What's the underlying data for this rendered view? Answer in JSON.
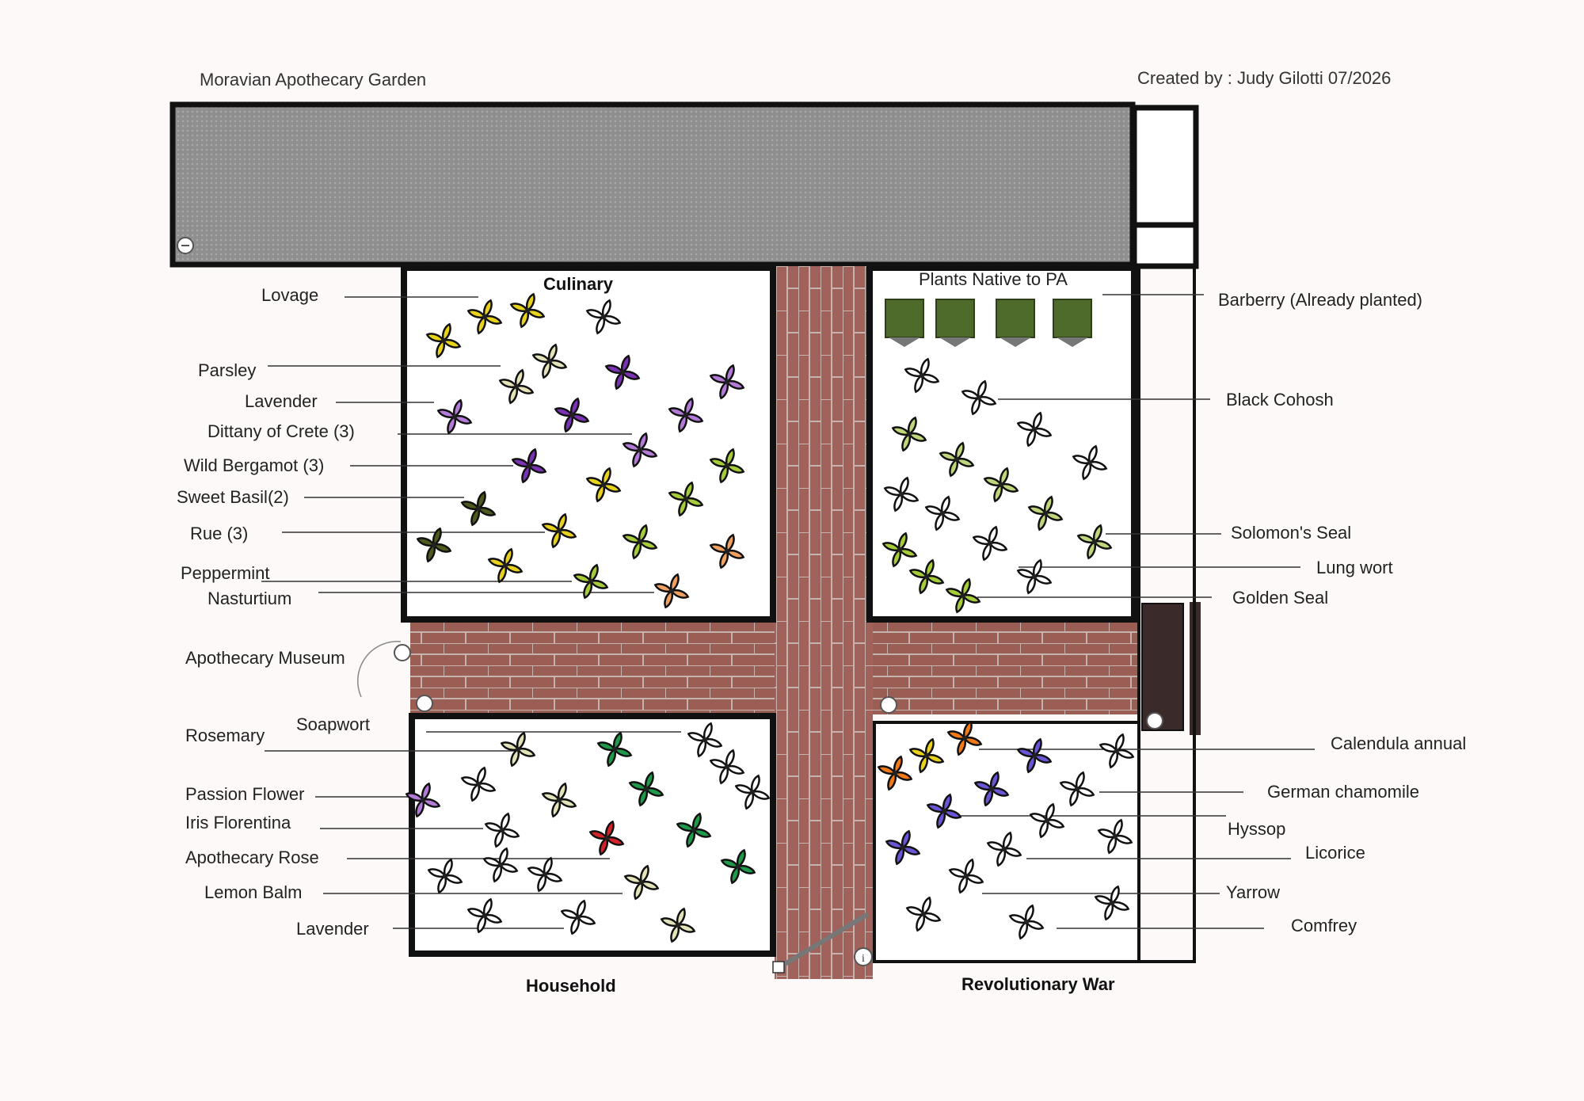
{
  "header": {
    "title": "Moravian Apothecary Garden",
    "credit": "Created by : Judy Gilotti 07/2026"
  },
  "sections": {
    "culinary": "Culinary",
    "native": "Plants Native to PA",
    "household": "Household",
    "revolutionary": "Revolutionary War"
  },
  "labels": {
    "lovage": "Lovage",
    "parsley": "Parsley",
    "lavender_top": "Lavender",
    "dittany": "Dittany of Crete (3)",
    "wild_bergamot": "Wild Bergamot (3)",
    "sweet_basil": "Sweet Basil(2)",
    "rue": "Rue (3)",
    "peppermint": "Peppermint",
    "nasturtium": "Nasturtium",
    "museum": "Apothecary Museum",
    "soapwort": "Soapwort",
    "rosemary": "Rosemary",
    "passion_flower": "Passion Flower",
    "iris": "Iris Florentina",
    "apothecary_rose": "Apothecary Rose",
    "lemon_balm": "Lemon Balm",
    "lavender_bottom": "Lavender",
    "barberry": "Barberry   (Already planted)",
    "black_cohosh": "Black Cohosh",
    "solomons_seal": "Solomon's Seal",
    "lung_wort": "Lung wort",
    "golden_seal": "Golden Seal",
    "calendula": "Calendula annual",
    "german_chamomile": "German chamomile",
    "hyssop": "Hyssop",
    "licorice": "Licorice",
    "yarrow": "Yarrow",
    "comfrey": "Comfrey"
  },
  "colors": {
    "background": "#fdf9f8",
    "roof": "#8c8c8c",
    "brick": "#9a5e55",
    "mortar": "#c7b3ae",
    "wall": "#111111",
    "shrub": "#4f6b2c",
    "yellow": "#e8d21c",
    "cream": "#e3e2b8",
    "purple": "#7b33b5",
    "lilac": "#b37ad8",
    "lime": "#a7cc3a",
    "olive": "#4d5a1e",
    "orange": "#f0a060",
    "white": "#ffffff",
    "green": "#1e9a4a",
    "red": "#d4222a",
    "blue_violet": "#6a56d4",
    "calendula_orange": "#f07a18",
    "pale_green": "#bfd67a"
  }
}
